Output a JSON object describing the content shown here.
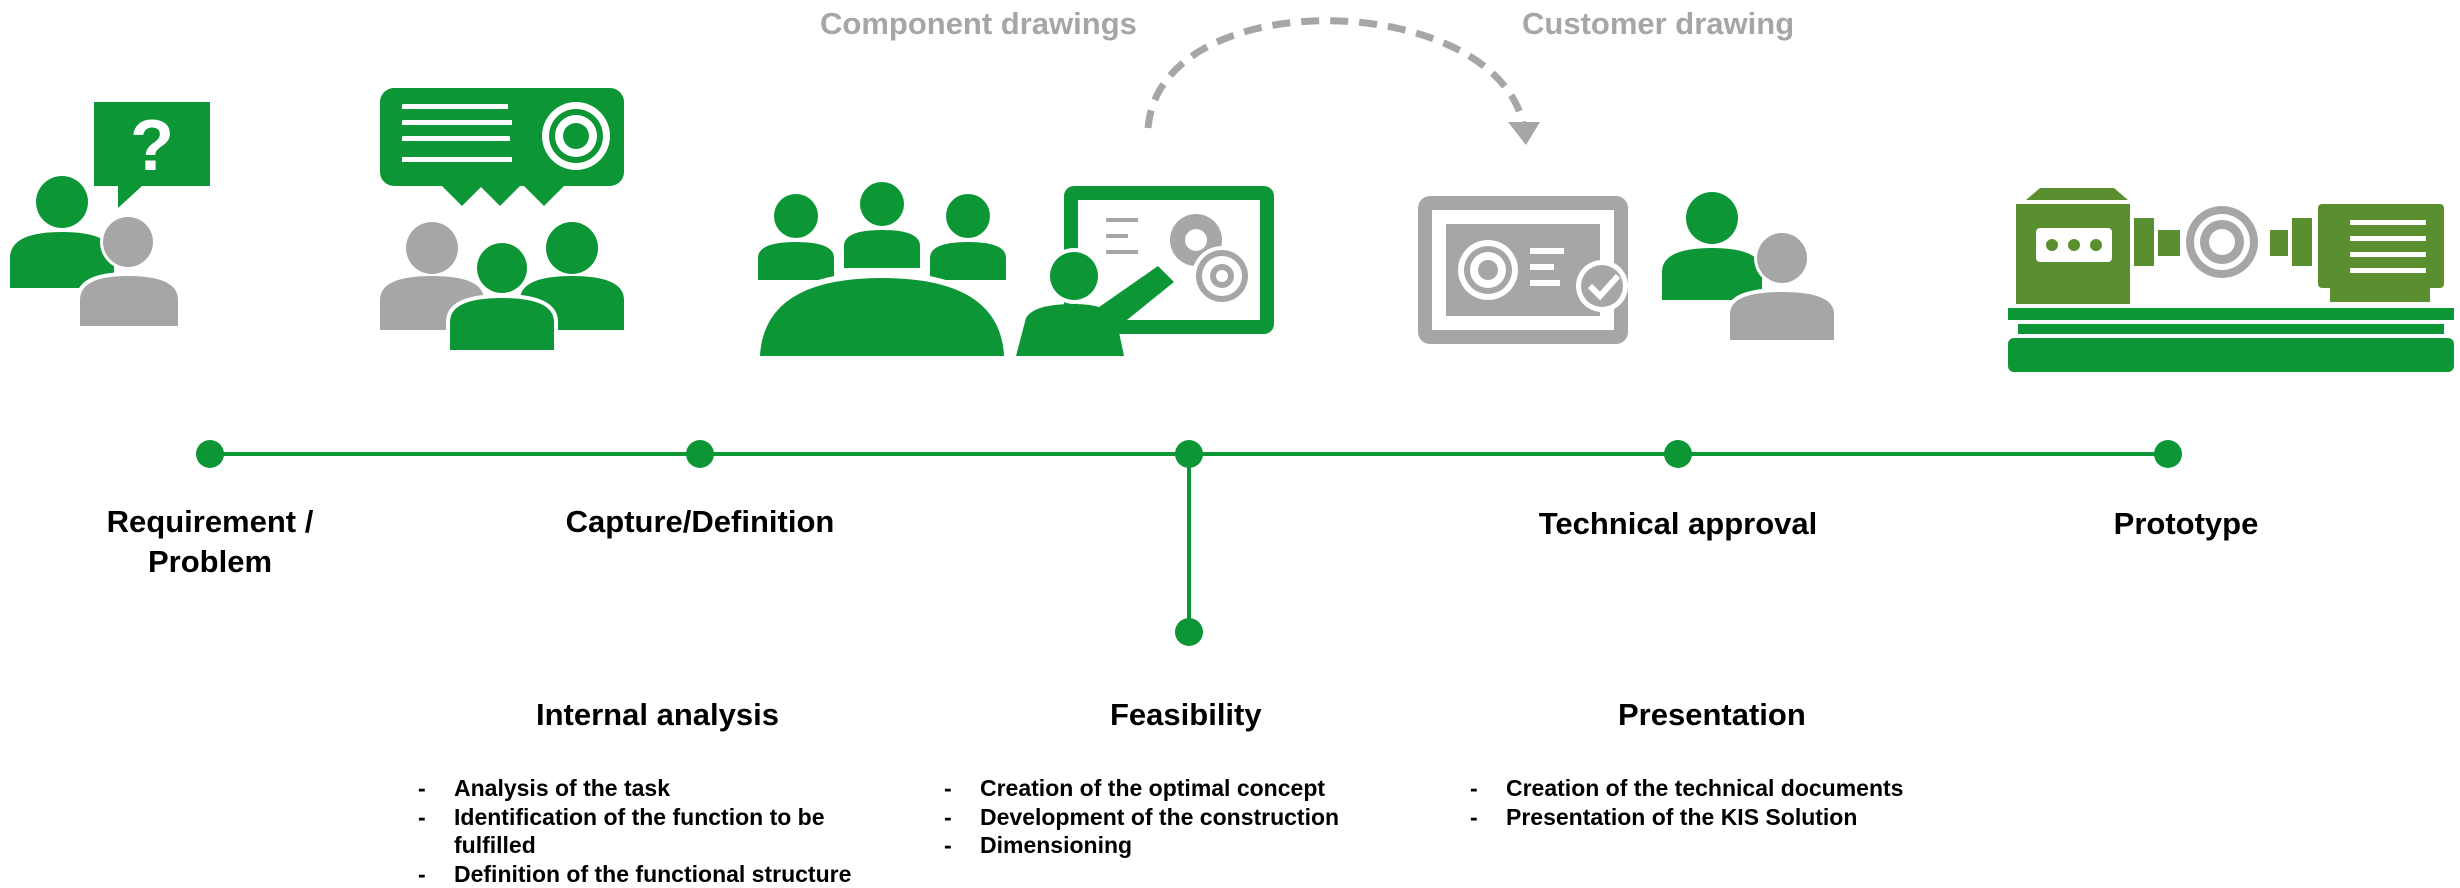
{
  "colors": {
    "green": "#0c9636",
    "dark_green": "#5a8f2f",
    "gray": "#a6a6a6",
    "text": "#000000"
  },
  "top_labels": {
    "left": "Component drawings",
    "right": "Customer drawing"
  },
  "stages": [
    {
      "label": "Requirement / Problem"
    },
    {
      "label": "Capture/Definition"
    },
    {
      "label": ""
    },
    {
      "label": "Technical approval"
    },
    {
      "label": "Prototype"
    }
  ],
  "sections": [
    {
      "title": "Internal analysis",
      "items": [
        "Analysis of the task",
        "Identification of the function to be fulfilled",
        "Definition of the functional structure"
      ]
    },
    {
      "title": "Feasibility",
      "items": [
        "Creation of the optimal concept",
        "Development of the construction",
        "Dimensioning"
      ]
    },
    {
      "title": "Presentation",
      "items": [
        "Creation of the technical documents",
        "Presentation of the KIS Solution"
      ]
    }
  ],
  "icons": {
    "stage1": "person-question-icon",
    "stage2": "team-discussion-icon",
    "stage3": "meeting-presentation-icon",
    "stage4": "approved-drawing-icon",
    "stage5": "machine-prototype-icon"
  }
}
